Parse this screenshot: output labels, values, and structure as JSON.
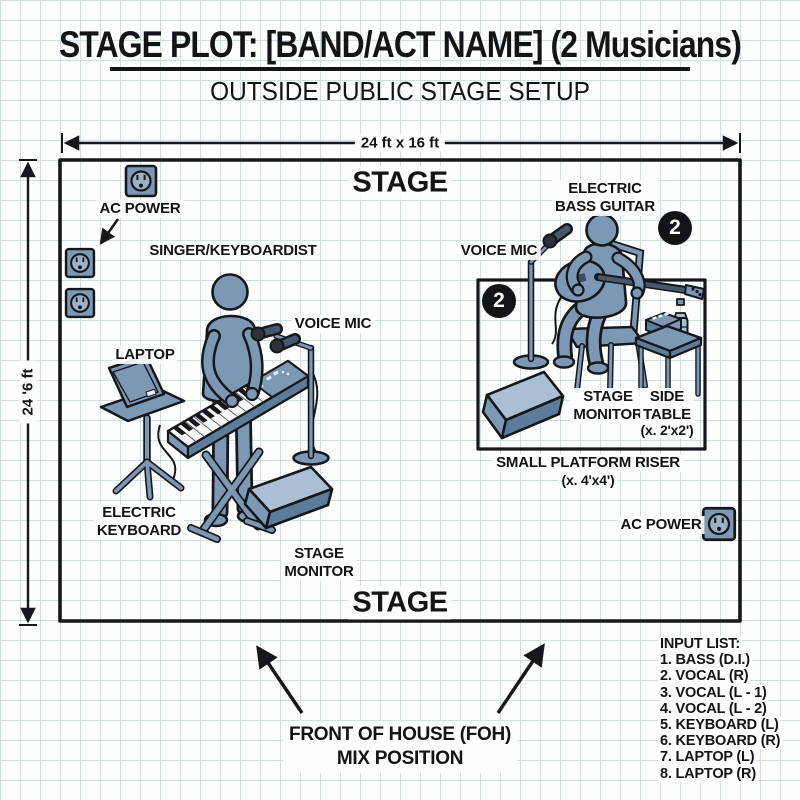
{
  "header": {
    "title": "STAGE PLOT: [BAND/ACT NAME] (2 Musicians)",
    "subtitle": "OUTSIDE PUBLIC STAGE SETUP"
  },
  "stage": {
    "width_dimension": "24 ft x 16 ft",
    "height_dimension": "24 '6 ft",
    "top_label": "STAGE",
    "bottom_label": "STAGE"
  },
  "labels": {
    "ac_power_top_left": "AC POWER",
    "singer": "SINGER/KEYBOARDIST",
    "voice_mic_left": "VOICE MIC",
    "laptop": "LAPTOP",
    "electric_keyboard": "ELECTRIC\nKEYBOARD",
    "stage_monitor_left": "STAGE\nMONITOR",
    "electric_bass": "ELECTRIC\nBASS GUITAR",
    "voice_mic_right": "VOICE MIC",
    "stage_monitor_right": "STAGE\nMONITOR",
    "side_table": "SIDE\nTABLE",
    "side_table_size": "(x. 2'x2')",
    "riser": "SMALL PLATFORM RISER",
    "riser_size": "(x. 4'x4')",
    "ac_power_right": "AC POWER",
    "badge_bass_channel": "2",
    "foh": "FRONT OF HOUSE (FOH)\nMIX POSITION"
  },
  "input_list": {
    "title": "INPUT LIST:",
    "items": [
      "1. BASS (D.I.)",
      "2. VOCAL (R)",
      "3. VOCAL (L - 1)",
      "4. VOCAL (L - 2)",
      "5. KEYBOARD (L)",
      "6. KEYBOARD (R)",
      "7. LAPTOP (L)",
      "8. LAPTOP (R)"
    ]
  },
  "colors": {
    "figure_fill": "#7d98b4",
    "figure_shadow": "#5d7c9b",
    "figure_highlight": "#aabfd3",
    "outline": "#15171a",
    "grid_line": "#cfdfe2",
    "paper": "#fcfdfd"
  }
}
